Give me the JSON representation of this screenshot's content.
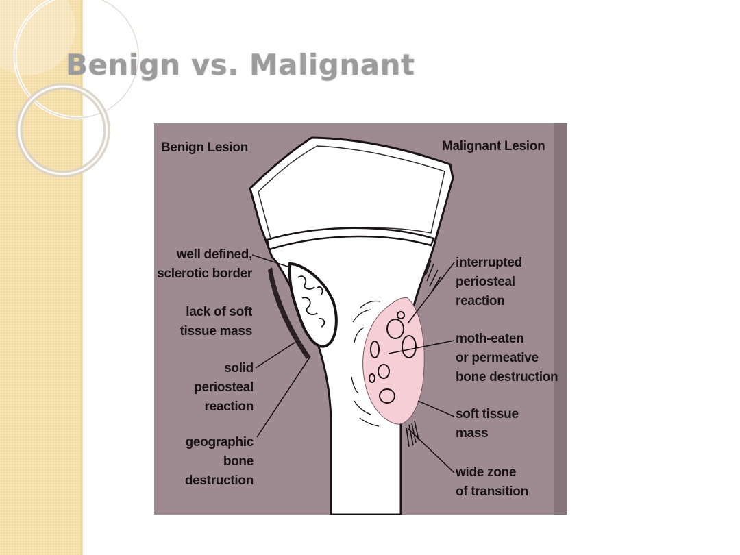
{
  "slide": {
    "title": "Benign vs. Malignant"
  },
  "figure": {
    "heading_left": "Benign Lesion",
    "heading_right": "Malignant Lesion",
    "labels_left": [
      "well defined,\nsclerotic border",
      "lack of soft\ntissue mass",
      "solid\nperiosteal\nreaction",
      "geographic\nbone\ndestruction"
    ],
    "labels_right": [
      "interrupted\nperiosteal\nreaction",
      "moth-eaten\nor permeative\nbone destruction",
      "soft tissue\nmass",
      "wide zone\nof transition"
    ]
  },
  "colors": {
    "sidebar": "#f7e3b2",
    "figure_background": "#9d8b91",
    "bone": "#ffffff",
    "lesion": "#f6cfd6",
    "title": "#9c9c9c"
  }
}
